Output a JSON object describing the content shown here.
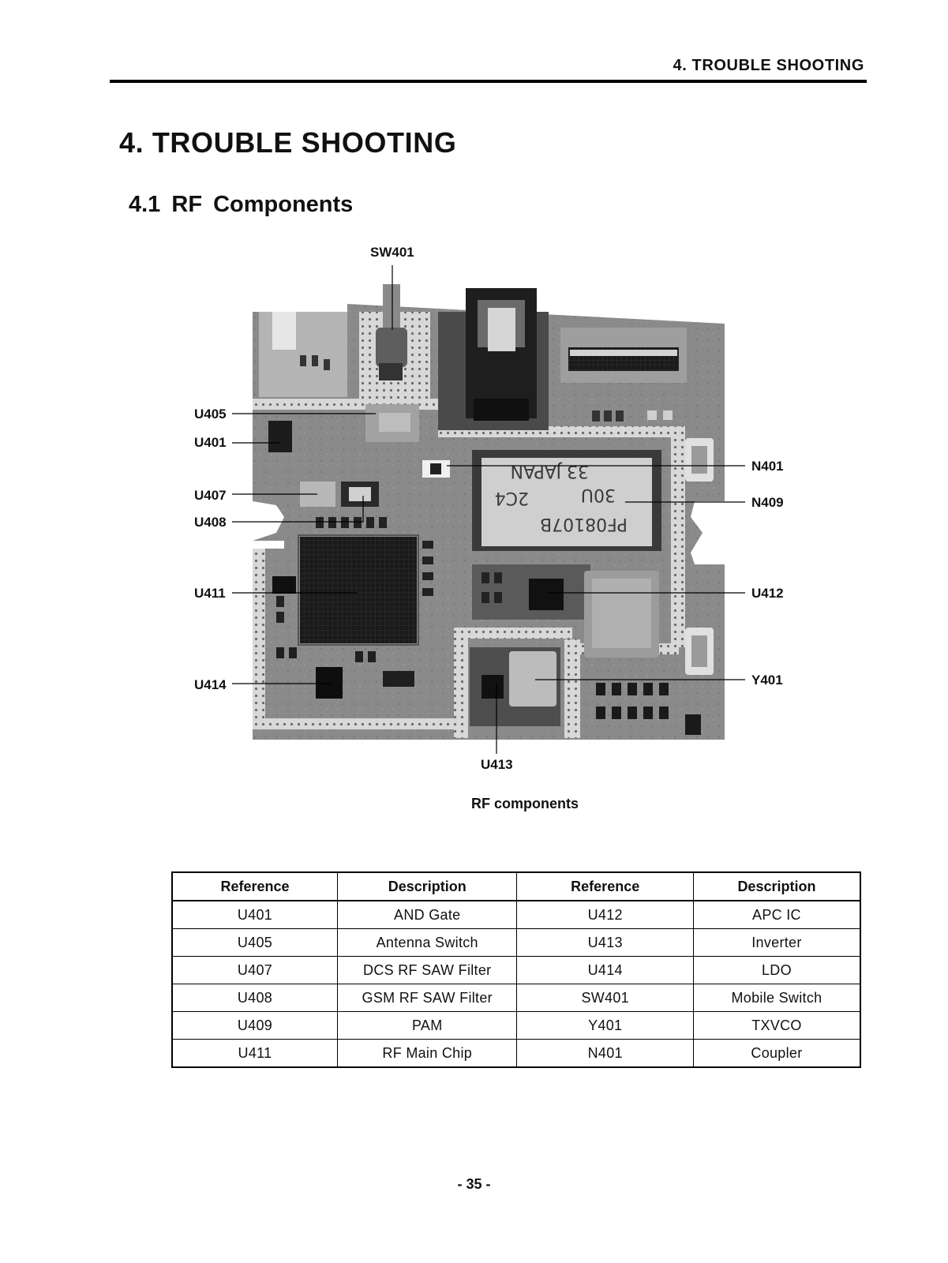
{
  "header": {
    "running_title": "4. TROUBLE SHOOTING"
  },
  "chapter": {
    "title": "4. TROUBLE SHOOTING"
  },
  "section": {
    "title": "4.1  RF  Components"
  },
  "figure": {
    "caption": "RF components",
    "chip_marking": [
      "33 JAPAN",
      "30U",
      "2C4",
      "PF08107B"
    ],
    "callouts": {
      "SW401": "SW401",
      "U405": "U405",
      "U401": "U401",
      "U407": "U407",
      "U408": "U408",
      "U411": "U411",
      "U414": "U414",
      "N401": "N401",
      "N409": "N409",
      "U412": "U412",
      "Y401": "Y401",
      "U413": "U413"
    }
  },
  "table": {
    "headers": [
      "Reference",
      "Description",
      "Reference",
      "Description"
    ],
    "rows": [
      [
        "U401",
        "AND Gate",
        "U412",
        "APC IC"
      ],
      [
        "U405",
        "Antenna Switch",
        "U413",
        "Inverter"
      ],
      [
        "U407",
        "DCS RF SAW Filter",
        "U414",
        "LDO"
      ],
      [
        "U408",
        "GSM RF SAW Filter",
        "SW401",
        "Mobile Switch"
      ],
      [
        "U409",
        "PAM",
        "Y401",
        "TXVCO"
      ],
      [
        "U411",
        "RF Main Chip",
        "N401",
        "Coupler"
      ]
    ]
  },
  "footer": {
    "page_number": "- 35 -"
  }
}
